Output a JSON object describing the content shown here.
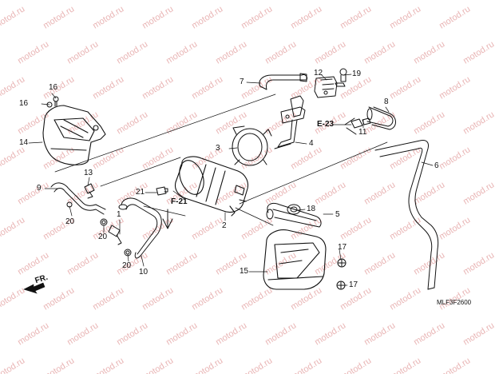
{
  "watermark": {
    "text": "motod.ru",
    "color": "#e9b5b5"
  },
  "diagram_code": "MLF3F2600",
  "front_indicator": "FR.",
  "references": {
    "e23": "E-23",
    "f21": "F-21"
  },
  "part_numbers": {
    "p1": "1",
    "p2": "2",
    "p3": "3",
    "p4": "4",
    "p5": "5",
    "p6": "6",
    "p7": "7",
    "p8": "8",
    "p9": "9",
    "p10": "10",
    "p11": "11",
    "p12": "12",
    "p13": "13",
    "p14": "14",
    "p15": "15",
    "p16a": "16",
    "p16b": "16",
    "p17a": "17",
    "p17b": "17",
    "p18": "18",
    "p19": "19",
    "p20a": "20",
    "p20b": "20",
    "p20c": "20",
    "p21": "21"
  },
  "colors": {
    "line": "#111111",
    "paper": "#ffffff"
  }
}
